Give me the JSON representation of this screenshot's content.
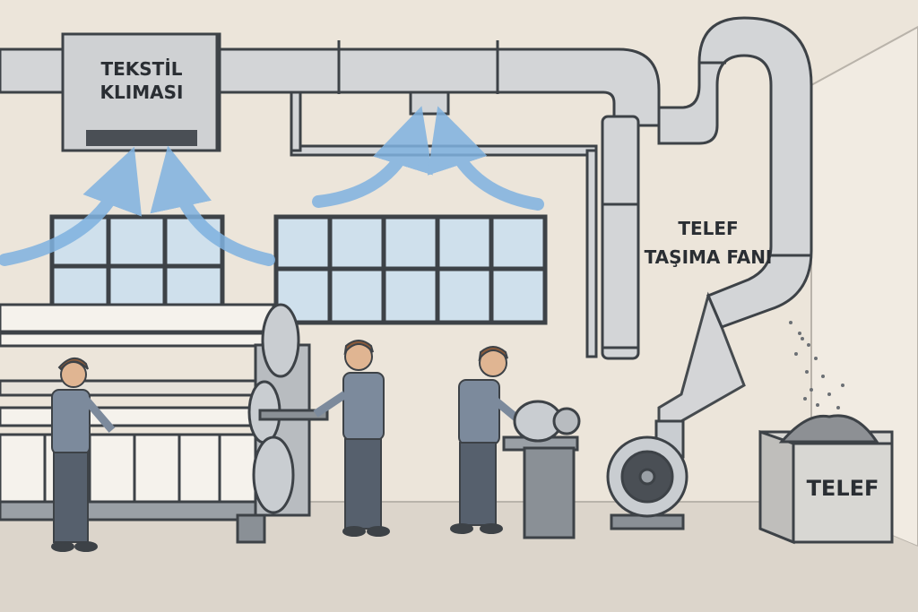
{
  "labels": {
    "ac_unit_line1": "TEKSTİL",
    "ac_unit_line2": "KLIMASI",
    "fan_line1": "TELEF",
    "fan_line2": "TAŞIMA FANI",
    "bin": "TELEF"
  },
  "colors": {
    "wall": "#ece5da",
    "floor": "#dcd5cb",
    "duct": "#d3d5d7",
    "outline": "#3d4247",
    "airflow": "#7fb2e0",
    "worker_shirt": "#7c8a9c",
    "worker_pants": "#56606d",
    "window_glass": "#cfe0ec"
  },
  "icons": {
    "airflow": "airflow-arrow-icon",
    "fan": "centrifugal-fan-icon"
  }
}
